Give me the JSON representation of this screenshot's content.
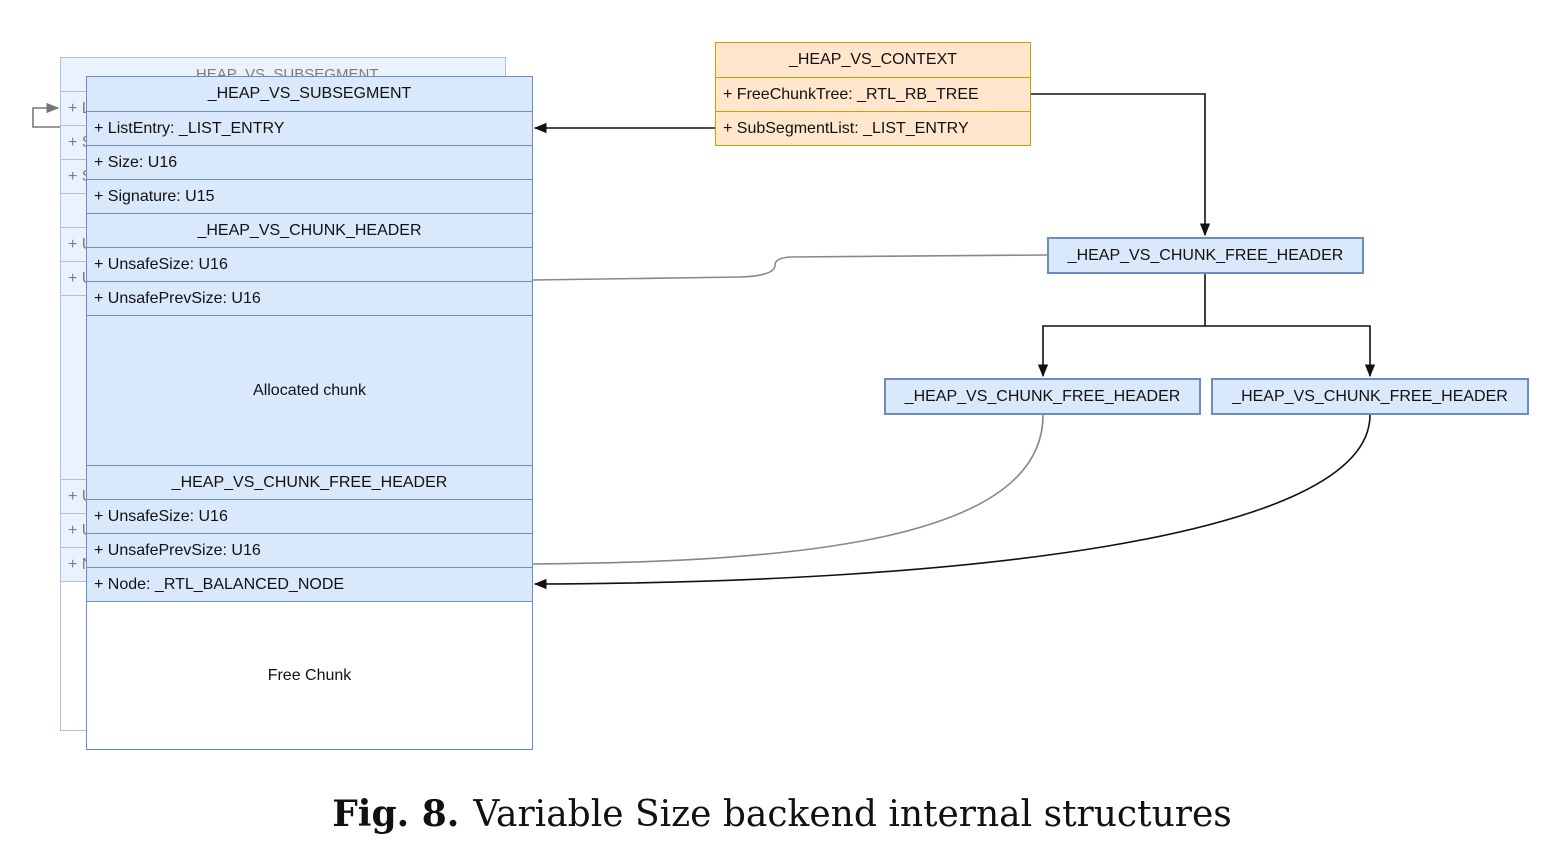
{
  "diagram": {
    "back_segment": {
      "title": "_HEAP_VS_SUBSEGMENT",
      "row_stubs": [
        "+ L",
        "+ S",
        "+ S",
        "+ U",
        "+ U",
        "+ U",
        "+ U",
        "+ N"
      ]
    },
    "subsegment": {
      "title": "_HEAP_VS_SUBSEGMENT",
      "fields": [
        "+ ListEntry: _LIST_ENTRY",
        "+ Size: U16",
        "+ Signature: U15"
      ],
      "chunk_header": {
        "title": "_HEAP_VS_CHUNK_HEADER",
        "fields": [
          "+ UnsafeSize: U16",
          "+ UnsafePrevSize: U16"
        ]
      },
      "allocated_label": "Allocated chunk",
      "free_header": {
        "title": "_HEAP_VS_CHUNK_FREE_HEADER",
        "fields": [
          "+ UnsafeSize: U16",
          "+ UnsafePrevSize: U16",
          "+ Node: _RTL_BALANCED_NODE"
        ]
      },
      "free_label": "Free Chunk"
    },
    "context": {
      "title": "_HEAP_VS_CONTEXT",
      "fields": [
        "+ FreeChunkTree: _RTL_RB_TREE",
        "+ SubSegmentList: _LIST_ENTRY"
      ]
    },
    "tree": {
      "root": "_HEAP_VS_CHUNK_FREE_HEADER",
      "left": "_HEAP_VS_CHUNK_FREE_HEADER",
      "right": "_HEAP_VS_CHUNK_FREE_HEADER"
    }
  },
  "caption": {
    "label": "Fig. 8.",
    "text": "Variable Size backend internal structures"
  }
}
